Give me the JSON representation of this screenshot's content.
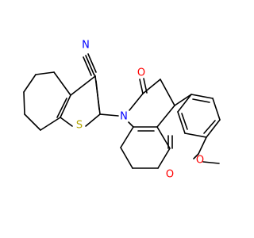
{
  "diagram": {
    "kind": "chemical-structure",
    "atom_labels": {
      "nitrile_n": "N",
      "thiophene_s": "S",
      "ring_n": "N",
      "lactam_o": "O",
      "ketone_o": "O",
      "methoxy_o": "O"
    },
    "colors": {
      "bond": "#000000",
      "nitrogen": "#0000ff",
      "oxygen": "#ff0000",
      "sulfur": "#b3a500"
    }
  }
}
